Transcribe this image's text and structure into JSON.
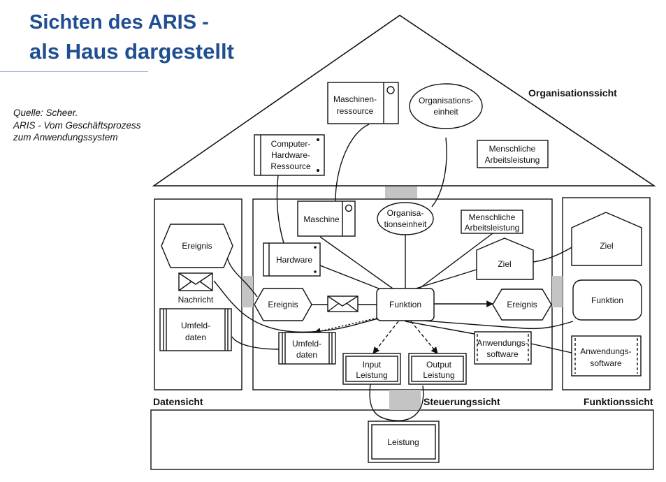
{
  "title": {
    "line1": "Sichten des ARIS -",
    "line2": "als Haus dargestellt"
  },
  "source": {
    "line1": "Quelle: Scheer.",
    "line2": "ARIS - Vom Geschäftsprozess",
    "line3": "zum Anwendungssystem"
  },
  "sections": {
    "organisation": "Organisationssicht",
    "daten": "Datensicht",
    "steuerung": "Steuerungssicht",
    "funktion": "Funktionssicht"
  },
  "roof": {
    "maschinenressource": [
      "Maschinen-",
      "ressource"
    ],
    "organisationseinheit": [
      "Organisations-",
      "einheit"
    ],
    "computer_hardware": [
      "Computer-",
      "Hardware-",
      "Ressource"
    ],
    "menschliche_arbeitsleistung": [
      "Menschliche",
      "Arbeitsleistung"
    ]
  },
  "daten": {
    "ereignis": "Ereignis",
    "nachricht": "Nachricht",
    "umfelddaten": [
      "Umfeld-",
      "daten"
    ]
  },
  "steuerung": {
    "maschine": "Maschine",
    "organisationseinheit": [
      "Organisa-",
      "tionseinheit"
    ],
    "menschliche_arbeitsleistung": [
      "Menschliche",
      "Arbeitsleistung"
    ],
    "hardware": "Hardware",
    "ziel": "Ziel",
    "ereignis_in": "Ereignis",
    "funktion": "Funktion",
    "ereignis_out": "Ereignis",
    "umfelddaten": [
      "Umfeld-",
      "daten"
    ],
    "anwendungssoftware": [
      "Anwendungs-",
      "software"
    ],
    "input_leistung": [
      "Input",
      "Leistung"
    ],
    "output_leistung": [
      "Output",
      "Leistung"
    ]
  },
  "funktion": {
    "ziel": "Ziel",
    "funktion": "Funktion",
    "anwendungssoftware": [
      "Anwendungs-",
      "software"
    ]
  },
  "leistung": {
    "leistung": "Leistung"
  },
  "colors": {
    "title": "#1f4e91",
    "connector": "#c4c4c4",
    "line": "#111111"
  }
}
